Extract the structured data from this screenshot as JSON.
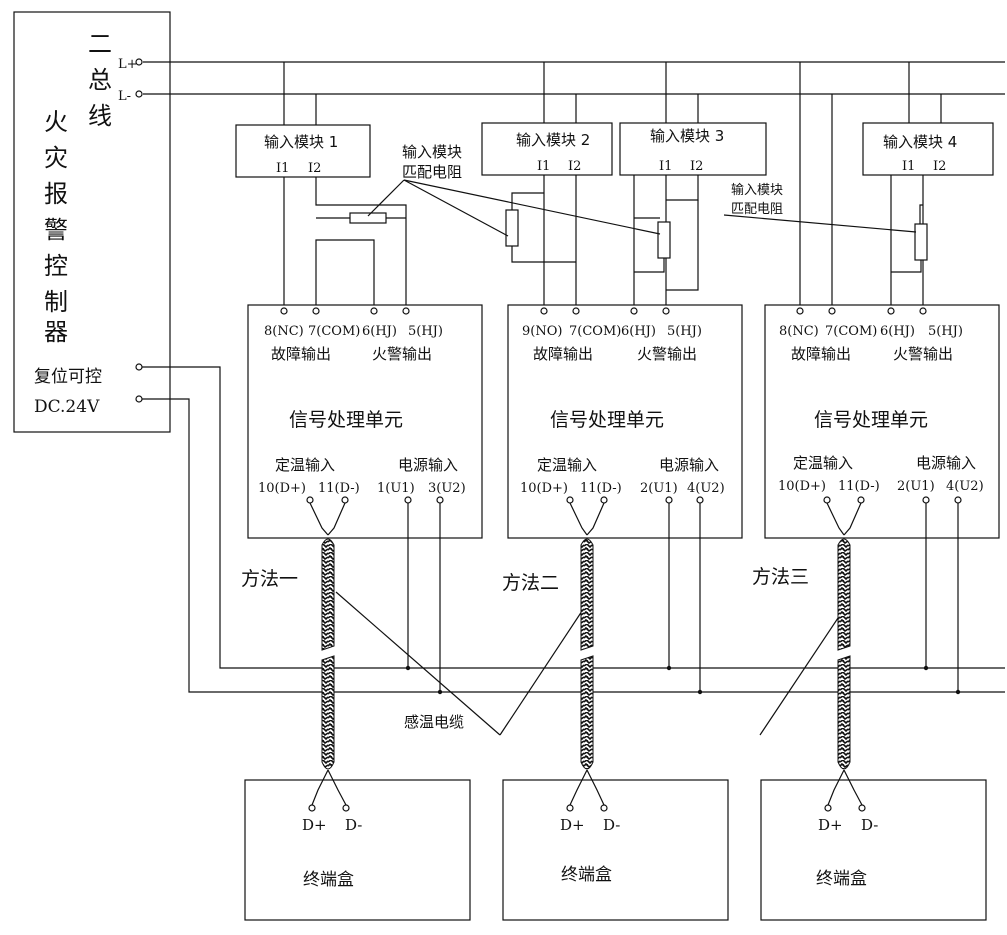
{
  "controller": {
    "title_chars": [
      "二",
      "总",
      "线",
      "火",
      "灾",
      "报",
      "警",
      "控",
      "制",
      "器"
    ],
    "bus_plus": "L+",
    "bus_minus": "L-",
    "reset_label": "复位可控",
    "power_label": "DC.24V"
  },
  "input_modules": [
    {
      "label": "输入模块 1",
      "i1": "I1",
      "i2": "I2"
    },
    {
      "label": "输入模块 2",
      "i1": "I1",
      "i2": "I2"
    },
    {
      "label": "输入模块 3",
      "i1": "I1",
      "i2": "I2"
    },
    {
      "label": "输入模块 4",
      "i1": "I1",
      "i2": "I2"
    }
  ],
  "matching_resistor_callouts": [
    {
      "line1": "输入模块",
      "line2": "匹配电阻"
    },
    {
      "line1": "输入模块",
      "line2": "匹配电阻"
    }
  ],
  "units": [
    {
      "terminals": [
        "8(NC)",
        "7(COM)",
        "6(HJ)",
        "5(HJ)"
      ],
      "fault_output": "故障输出",
      "fire_output": "火警输出",
      "title": "信号处理单元",
      "temp_input": "定温输入",
      "power_input": "电源输入",
      "bottom_terminals": [
        "10(D+)",
        "11(D-)",
        "1(U1)",
        "3(U2)"
      ],
      "method": "方法一"
    },
    {
      "terminals": [
        "9(NO)",
        "7(COM)",
        "6(HJ)",
        "5(HJ)"
      ],
      "fault_output": "故障输出",
      "fire_output": "火警输出",
      "title": "信号处理单元",
      "temp_input": "定温输入",
      "power_input": "电源输入",
      "bottom_terminals": [
        "10(D+)",
        "11(D-)",
        "2(U1)",
        "4(U2)"
      ],
      "method": "方法二"
    },
    {
      "terminals": [
        "8(NC)",
        "7(COM)",
        "6(HJ)",
        "5(HJ)"
      ],
      "fault_output": "故障输出",
      "fire_output": "火警输出",
      "title": "信号处理单元",
      "temp_input": "定温输入",
      "power_input": "电源输入",
      "bottom_terminals": [
        "10(D+)",
        "11(D-)",
        "2(U1)",
        "4(U2)"
      ],
      "method": "方法三"
    }
  ],
  "cable_label": "感温电缆",
  "terminal_boxes": [
    {
      "label": "终端盒",
      "d_plus": "D+",
      "d_minus": "D-"
    },
    {
      "label": "终端盒",
      "d_plus": "D+",
      "d_minus": "D-"
    },
    {
      "label": "终端盒",
      "d_plus": "D+",
      "d_minus": "D-"
    }
  ]
}
